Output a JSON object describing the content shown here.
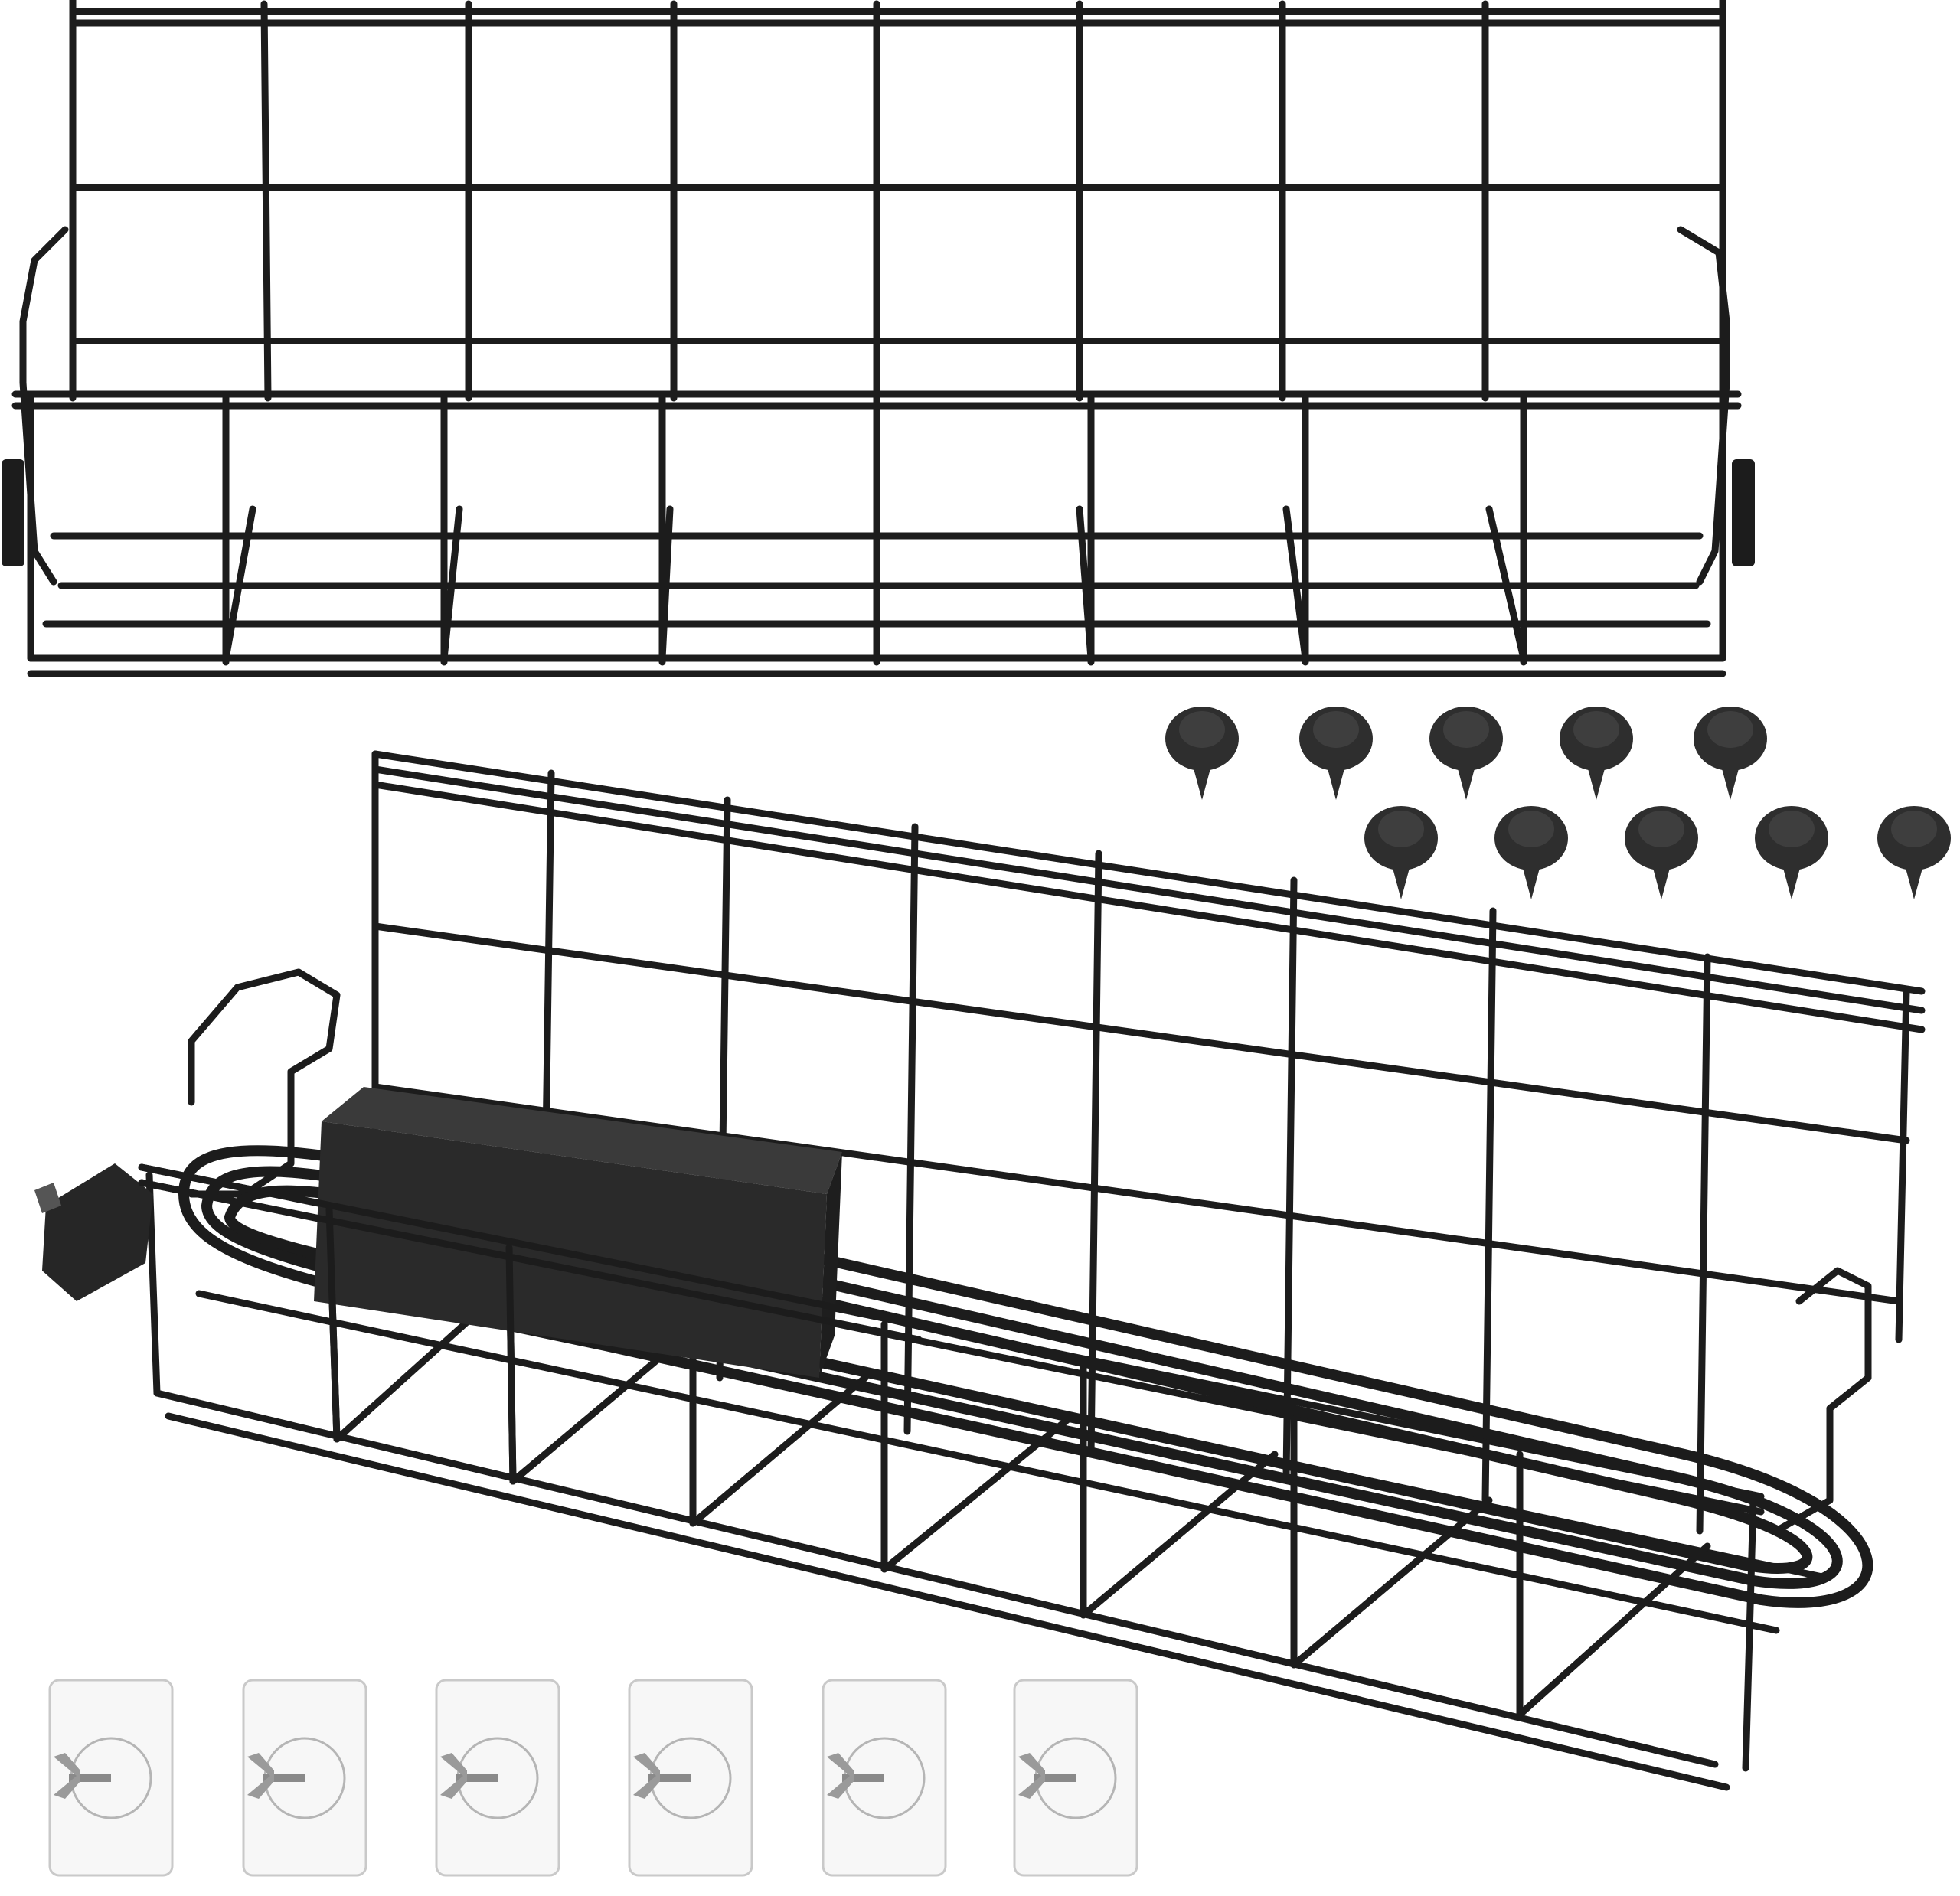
{
  "image": {
    "background": "#ffffff",
    "wire_color": "#1c1c1c",
    "adapter_color": "#2a2a2a",
    "pad_border": "#c9c9c9"
  },
  "products": {
    "trays": [
      {
        "name": "upper-tray",
        "view": "front",
        "columns": 8
      },
      {
        "name": "lower-tray",
        "view": "perspective",
        "columns": 8,
        "contains": "power-adapter-with-cables"
      }
    ],
    "screws": {
      "count": 10,
      "color": "#2e2e2e"
    },
    "adhesive_pads": {
      "count": 6,
      "fastener": "wing-nut-bolt"
    }
  }
}
